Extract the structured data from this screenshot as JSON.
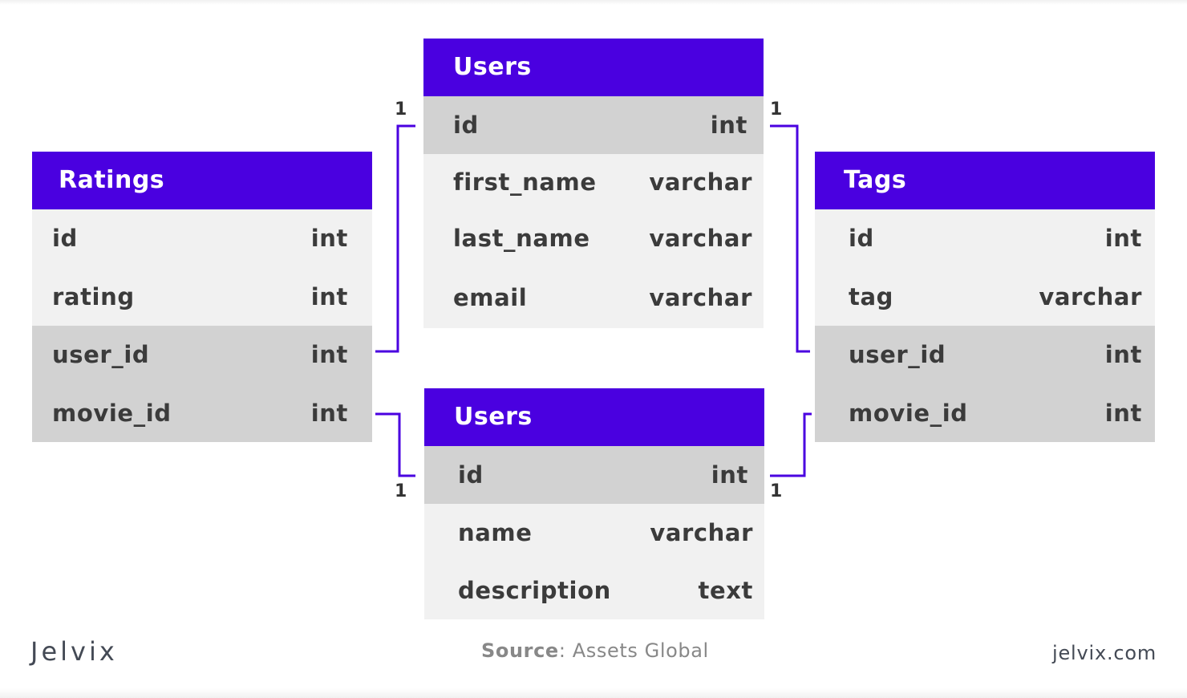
{
  "tables": {
    "ratings": {
      "title": "Ratings",
      "rows": [
        {
          "name": "id",
          "type": "int"
        },
        {
          "name": "rating",
          "type": "int"
        },
        {
          "name": "user_id",
          "type": "int"
        },
        {
          "name": "movie_id",
          "type": "int"
        }
      ]
    },
    "users": {
      "title": "Users",
      "rows": [
        {
          "name": "id",
          "type": "int"
        },
        {
          "name": "first_name",
          "type": "varchar"
        },
        {
          "name": "last_name",
          "type": "varchar"
        },
        {
          "name": "email",
          "type": "varchar"
        }
      ]
    },
    "movies": {
      "title": "Users",
      "rows": [
        {
          "name": "id",
          "type": "int"
        },
        {
          "name": "name",
          "type": "varchar"
        },
        {
          "name": "description",
          "type": "text"
        }
      ]
    },
    "tags": {
      "title": "Tags",
      "rows": [
        {
          "name": "id",
          "type": "int"
        },
        {
          "name": "tag",
          "type": "varchar"
        },
        {
          "name": "user_id",
          "type": "int"
        },
        {
          "name": "movie_id",
          "type": "int"
        }
      ]
    }
  },
  "cardinality": {
    "ratings_users": "1",
    "users_tags": "1",
    "ratings_movies": "1",
    "movies_tags": "1"
  },
  "footer": {
    "logo": "Jelvix",
    "source_label": "Source",
    "source_sep": ":",
    "source_value": " Assets Global",
    "site": "jelvix.com"
  },
  "colors": {
    "header": "#4a00e0",
    "connector": "#4a00e0",
    "row_light": "#f1f1f1",
    "row_dark": "#d2d2d2"
  }
}
